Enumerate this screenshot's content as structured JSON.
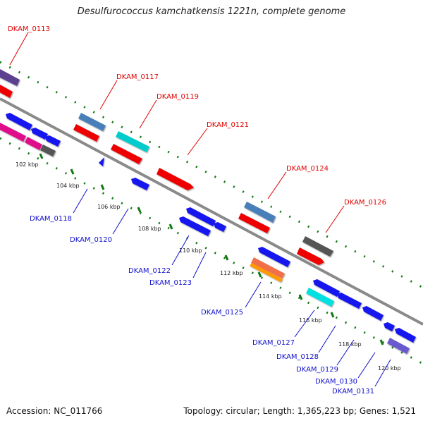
{
  "title": "Desulfurococcus kamchatkensis 1221n, complete genome",
  "footer": {
    "accession": "Accession: NC_011766",
    "topology": "Topology: circular; Length: 1,365,223 bp; Genes: 1,521"
  },
  "colors": {
    "backbone": "#888888",
    "forward_label": "#e00000",
    "reverse_label": "#1010cc",
    "gc_dots": "#117711"
  },
  "ticks": [
    "102 kbp",
    "104 kbp",
    "106 kbp",
    "108 kbp",
    "110 kbp",
    "112 kbp",
    "114 kbp",
    "116 kbp",
    "118 kbp",
    "120 kbp"
  ],
  "labels_forward": [
    "DKAM_0113",
    "DKAM_0117",
    "DKAM_0119",
    "DKAM_0121",
    "DKAM_0124",
    "DKAM_0126"
  ],
  "labels_reverse": [
    "DKAM_0118",
    "DKAM_0120",
    "DKAM_0122",
    "DKAM_0123",
    "DKAM_0125",
    "DKAM_0127",
    "DKAM_0128",
    "DKAM_0129",
    "DKAM_0130",
    "DKAM_0131"
  ]
}
